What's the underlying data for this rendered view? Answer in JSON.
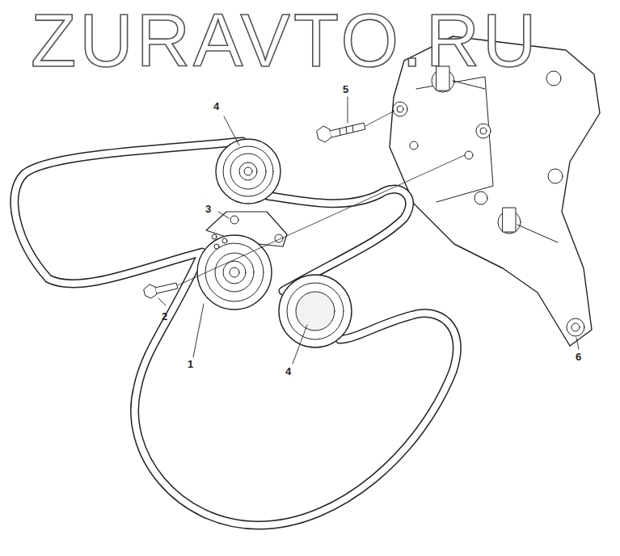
{
  "diagram": {
    "labels": [
      "ZURAVTO.RU",
      "4",
      "5",
      "3",
      "2",
      "1",
      "4",
      "6"
    ]
  }
}
